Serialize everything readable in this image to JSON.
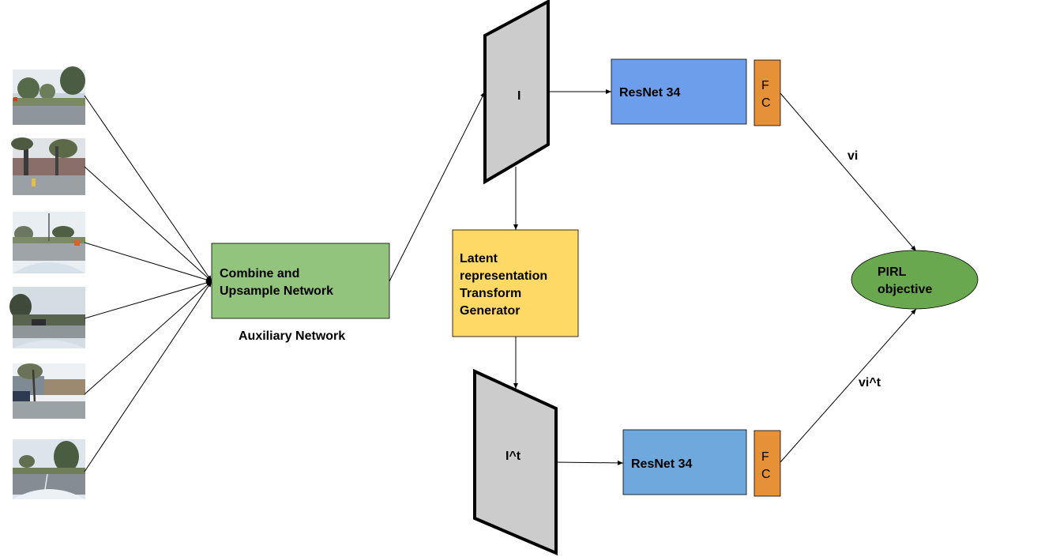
{
  "camera_images": [
    {
      "name": "camera-image-1",
      "scene": "road with trees"
    },
    {
      "name": "camera-image-2",
      "scene": "street with building and hydrant"
    },
    {
      "name": "camera-image-3",
      "scene": "road with car hood"
    },
    {
      "name": "camera-image-4",
      "scene": "road with car"
    },
    {
      "name": "camera-image-5",
      "scene": "parking lot with tree"
    },
    {
      "name": "camera-image-6",
      "scene": "road with car hood"
    }
  ],
  "auxiliary": {
    "box_line1": "Combine and",
    "box_line2": "Upsample Network",
    "caption": "Auxiliary Network"
  },
  "image_I": "I",
  "image_It": "I^t",
  "generator": {
    "line1": "Latent",
    "line2": "representation",
    "line3": "Transform",
    "line4": "Generator"
  },
  "resnet_top": "ResNet 34",
  "resnet_bottom": "ResNet 34",
  "fc_top": {
    "line1": "F",
    "line2": "C"
  },
  "fc_bottom": {
    "line1": "F",
    "line2": "C"
  },
  "vi_label": "vi",
  "vit_label": "vi^t",
  "objective": {
    "line1": "PIRL",
    "line2": "objective"
  },
  "colors": {
    "aux_green": "#93c47d",
    "generator_yellow": "#ffd966",
    "resnet_top_blue": "#6d9eeb",
    "resnet_bottom_blue": "#6fa8dc",
    "fc_orange": "#e69138",
    "objective_green": "#6aa84f",
    "image_gray": "#cccccc"
  }
}
